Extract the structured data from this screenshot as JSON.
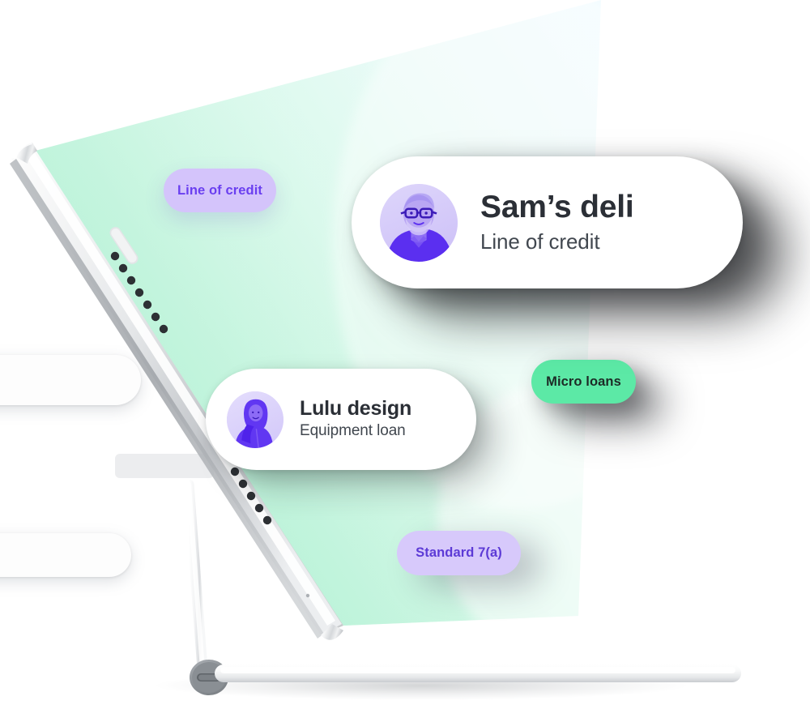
{
  "scene": {
    "device": "tablet-on-stand",
    "screen_gradient": {
      "mint": "#b4f2d4",
      "pale_mint": "#ddfaec",
      "near_white": "#f7fffd",
      "pale_cyan": "#eaf9ff"
    },
    "device_colors": {
      "body": "#f2f3f4",
      "edge_light": "#ffffff",
      "edge_shadow": "#b9bcc0",
      "speaker_hole": "#2a2d31",
      "hinge": "#7f8489"
    }
  },
  "chips": [
    {
      "id": "line-of-credit",
      "label": "Line of credit",
      "background": "#d4c4fb",
      "text_color": "#6a3ff0"
    },
    {
      "id": "micro-loans",
      "label": "Micro loans",
      "background": "#5ce9a6",
      "text_color": "#1d2b26"
    },
    {
      "id": "standard-7a",
      "label": "Standard 7(a)",
      "background": "#d7c9fb",
      "text_color": "#5c3ad6"
    }
  ],
  "cards": [
    {
      "id": "sams-deli",
      "business_name": "Sam’s deli",
      "product": "Line of credit",
      "avatar": {
        "name": "avatar-sams-deli",
        "description": "duotone purple portrait of an older man with glasses",
        "background": "#d9cffa",
        "figure": "#5b2ff0"
      }
    },
    {
      "id": "lulu-design",
      "business_name": "Lulu design",
      "product": "Equipment loan",
      "avatar": {
        "name": "avatar-lulu-design",
        "description": "duotone purple portrait of a woman wearing a headscarf",
        "background": "#ded5fb",
        "figure": "#6137f2"
      }
    }
  ],
  "placeholders": [
    {
      "id": "ghost-top",
      "shape": "pill",
      "color": "#fdfdfd"
    },
    {
      "id": "ghost-mid",
      "shape": "bar",
      "color": "#e9eaec"
    },
    {
      "id": "ghost-bottom",
      "shape": "pill",
      "color": "#fdfdfd"
    }
  ]
}
